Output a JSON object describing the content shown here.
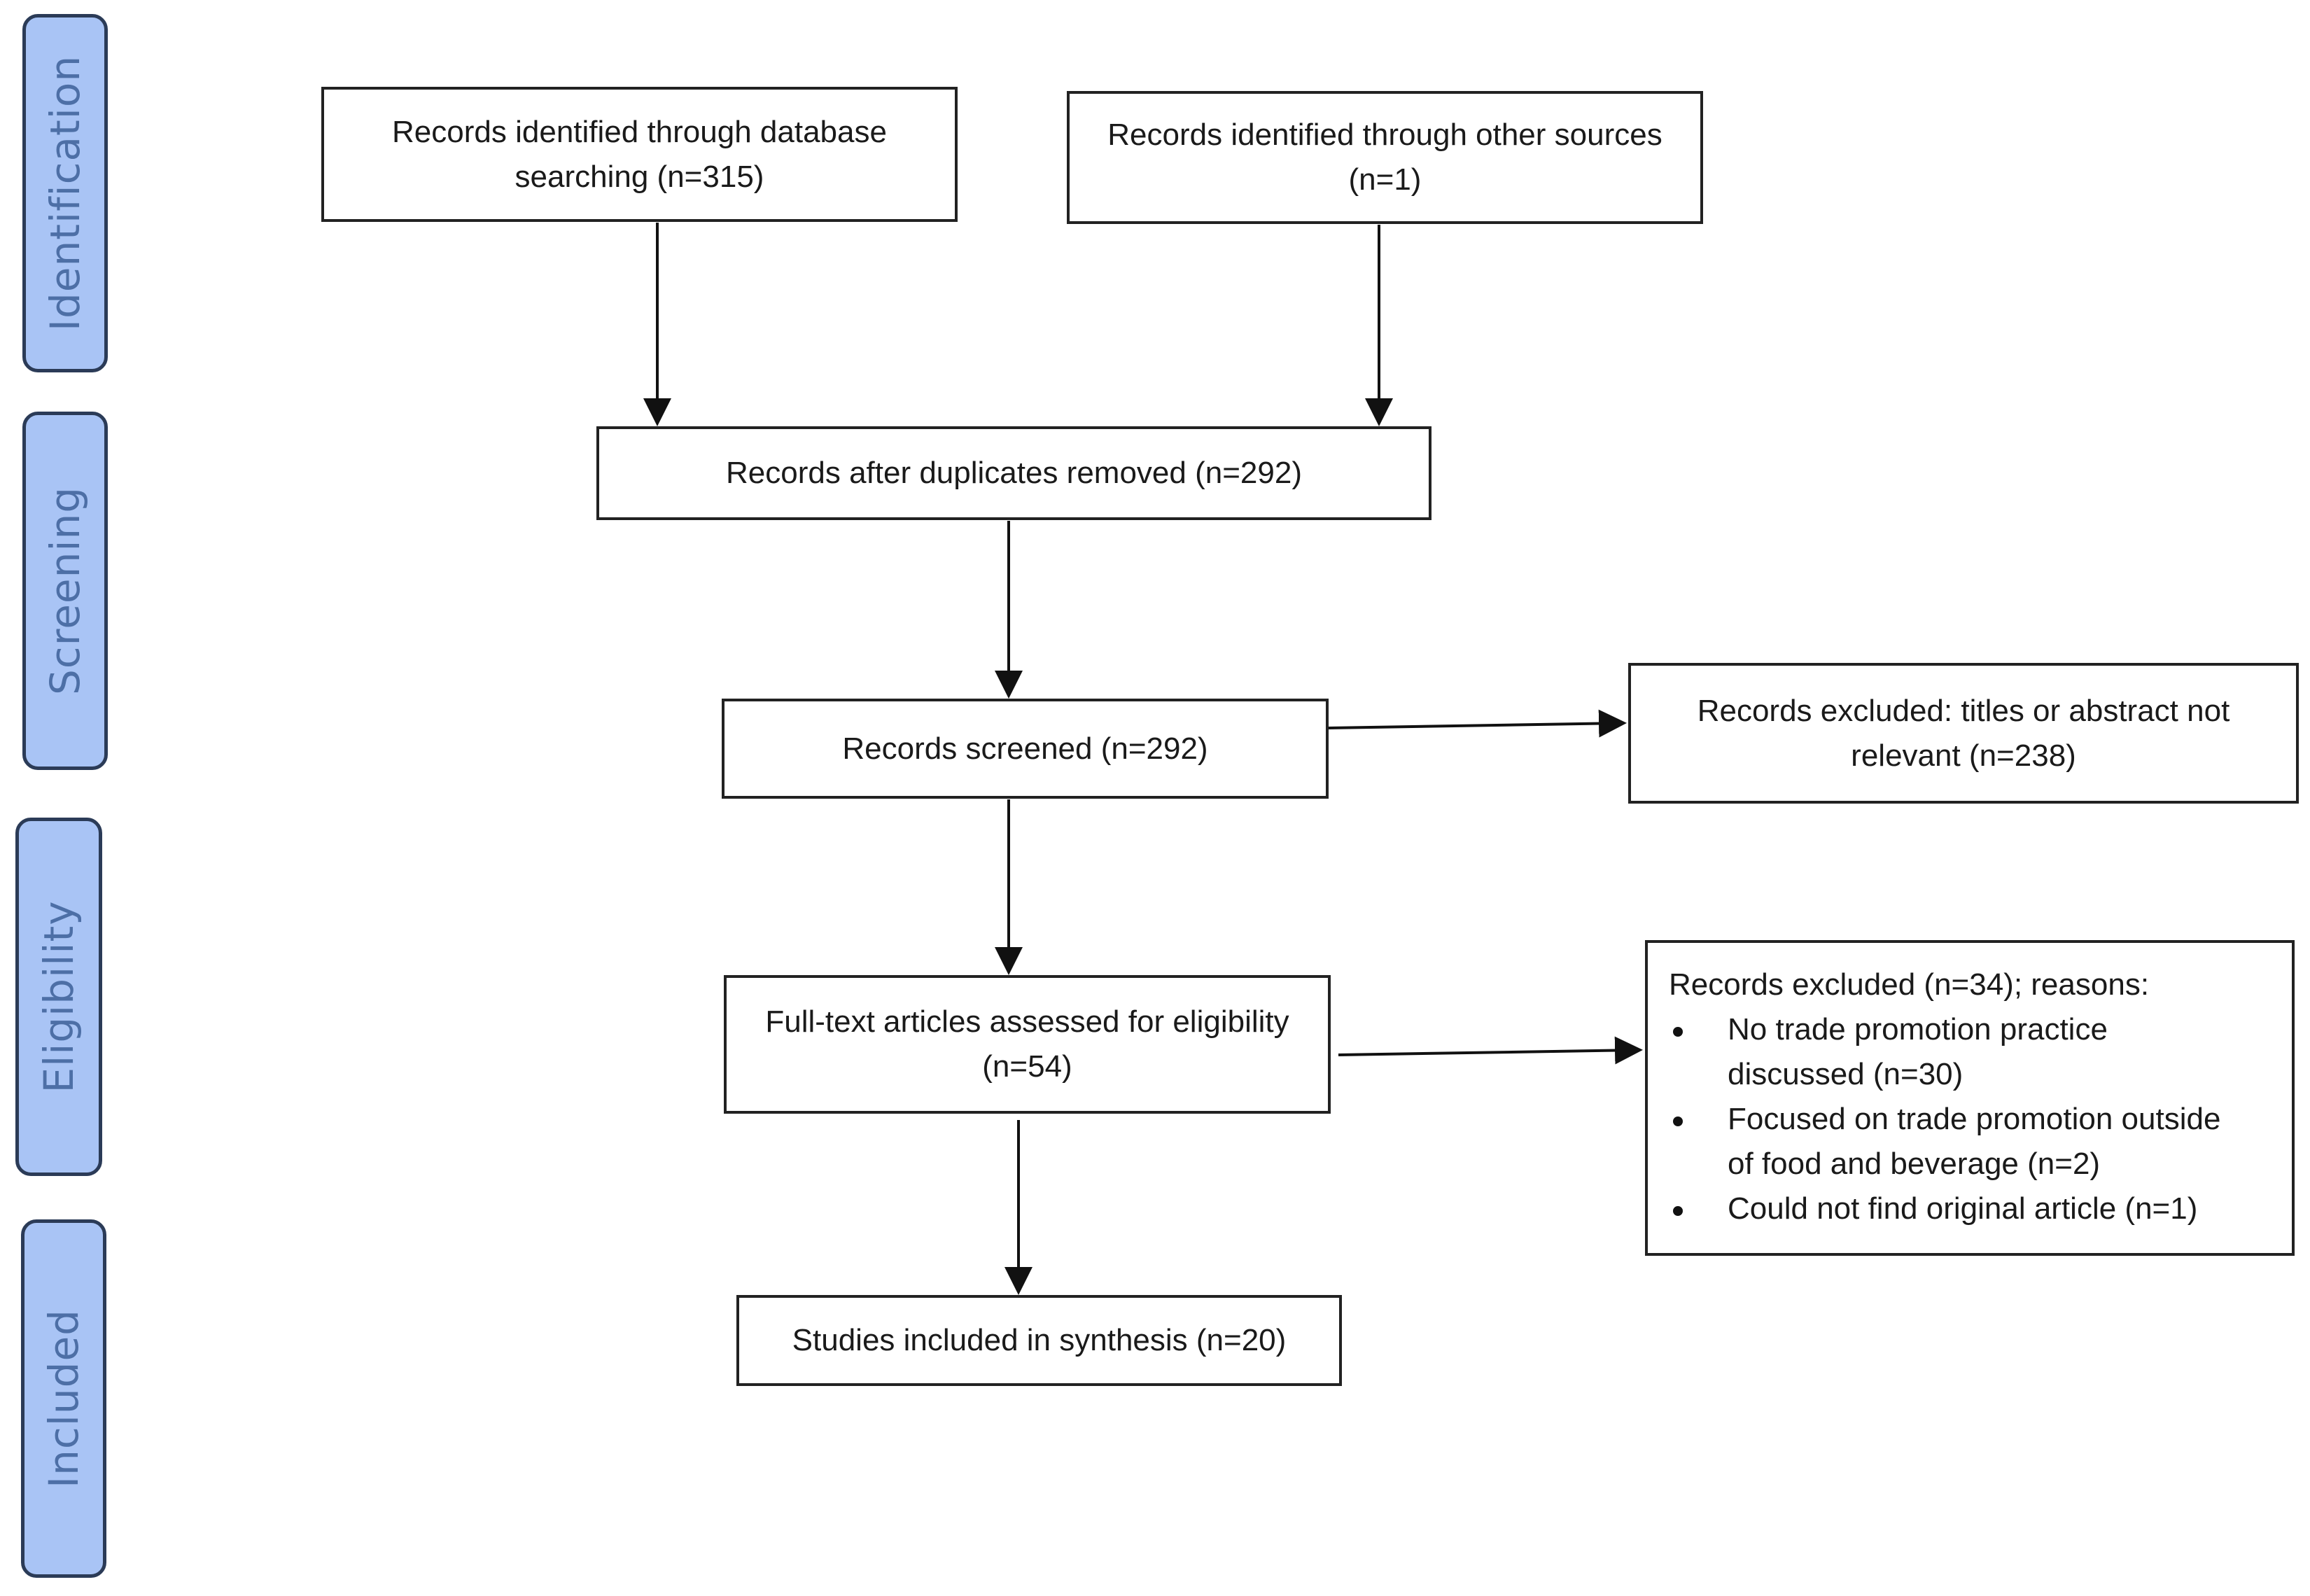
{
  "stages": {
    "identification": "Identification",
    "screening": "Screening",
    "eligibility": "Eligibility",
    "included": "Included"
  },
  "boxes": {
    "database": {
      "line1": "Records identified through database",
      "line2": "searching (n=315)"
    },
    "other_sources": {
      "line1": "Records identified through other sources",
      "line2": "(n=1)"
    },
    "duplicates_removed": {
      "text": "Records after duplicates removed (n=292)"
    },
    "screened": {
      "text": "Records screened (n=292)"
    },
    "excluded_titles": {
      "line1": "Records excluded: titles or abstract not",
      "line2": "relevant (n=238)"
    },
    "full_text": {
      "line1": "Full-text articles assessed for eligibility",
      "line2": "(n=54)"
    },
    "excluded_full_text": {
      "heading": "Records excluded (n=34); reasons:",
      "reasons": [
        {
          "line1": "No trade promotion practice",
          "line2": "discussed (n=30)"
        },
        {
          "line1": "Focused on trade promotion outside",
          "line2": "of food and beverage (n=2)"
        },
        {
          "line1": "Could not find original article (n=1)",
          "line2": ""
        }
      ]
    },
    "included": {
      "text": "Studies included in synthesis (n=20)"
    }
  }
}
